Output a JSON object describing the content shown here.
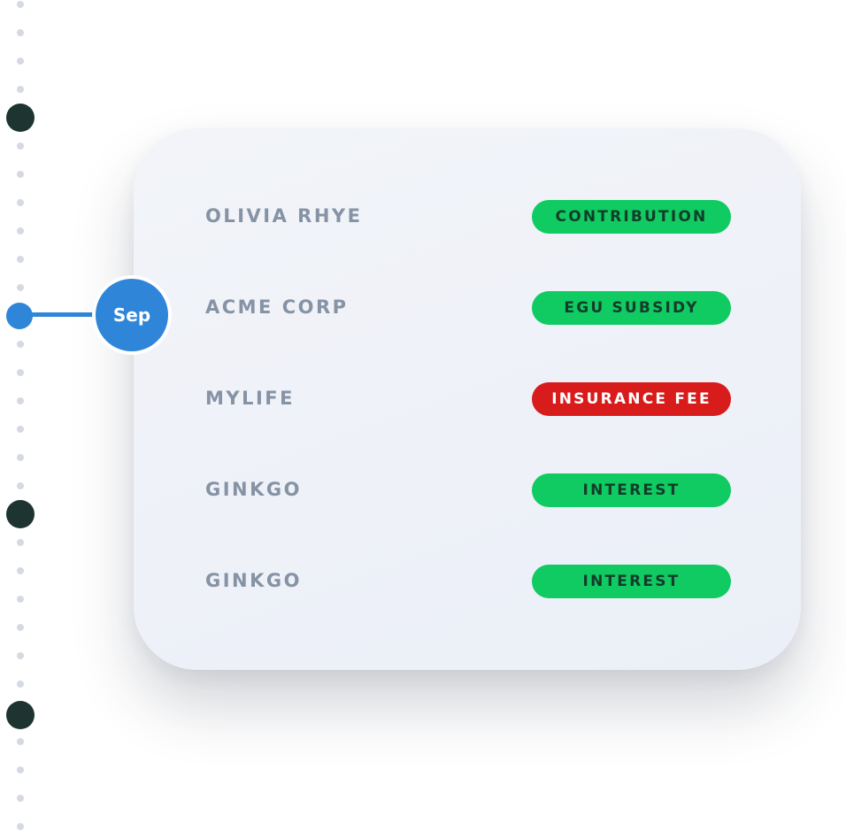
{
  "timeline": {
    "active_month": "Sep"
  },
  "transactions": [
    {
      "name": "OLIVIA RHYE",
      "tag": "CONTRIBUTION",
      "tag_color": "#0fcb62"
    },
    {
      "name": "ACME CORP",
      "tag": "EGU SUBSIDY",
      "tag_color": "#0fcb62"
    },
    {
      "name": "MYLIFE",
      "tag": "INSURANCE FEE",
      "tag_color": "#d81b1b"
    },
    {
      "name": "GINKGO",
      "tag": "INTEREST",
      "tag_color": "#0fcb62"
    },
    {
      "name": "GINKGO",
      "tag": "INTEREST",
      "tag_color": "#0fcb62"
    }
  ],
  "colors": {
    "accent_blue": "#2f86d9",
    "milestone_dark": "#1e3430",
    "positive_green": "#0fcb62",
    "negative_red": "#d81b1b",
    "card_background": "#eef1f7",
    "name_text": "#8593a5"
  }
}
